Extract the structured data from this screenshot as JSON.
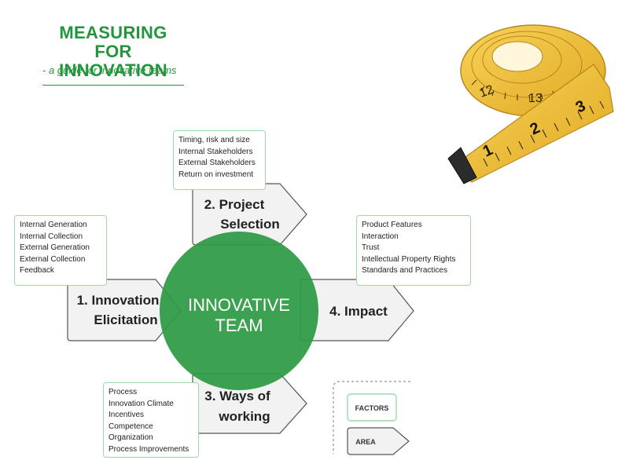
{
  "header": {
    "title_line1": "MEASURING FOR",
    "title_line2": "INNOVATION",
    "subtitle": "- a guide for innovative teams"
  },
  "center": {
    "line1": "INNOVATIVE",
    "line2": "TEAM"
  },
  "areas": [
    {
      "id": "innovation-elicitation",
      "line1": "1. Innovation",
      "line2": "Elicitation",
      "factors": [
        "Internal Generation",
        "Internal Collection",
        "External Generation",
        "External Collection",
        "Feedback"
      ]
    },
    {
      "id": "project-selection",
      "line1": "2. Project",
      "line2": "Selection",
      "factors": [
        "Timing, risk and size",
        "Internal Stakeholders",
        "External Stakeholders",
        "Return on investment"
      ]
    },
    {
      "id": "ways-of-working",
      "line1": "3. Ways of",
      "line2": "working",
      "factors": [
        "Process",
        "Innovation Climate",
        "Incentives",
        "Competence",
        "Organization",
        "Process Improvements"
      ]
    },
    {
      "id": "impact",
      "line1": "4. Impact",
      "line2": "",
      "factors": [
        "Product Features",
        "Interaction",
        "Trust",
        "Intellectual Property Rights",
        "Standards and Practices"
      ]
    }
  ],
  "legend": {
    "factors_label": "FACTORS",
    "area_label": "AREA"
  },
  "colors": {
    "green": "#23963d",
    "box_border": "#9fd9a8",
    "arrow_fill": "#f2f2f2",
    "arrow_stroke": "#555555",
    "tape_yellow": "#f2c43d"
  },
  "image": {
    "icon": "measuring-tape-icon",
    "tape_numbers": [
      "12",
      "13",
      "1",
      "2",
      "3"
    ]
  }
}
